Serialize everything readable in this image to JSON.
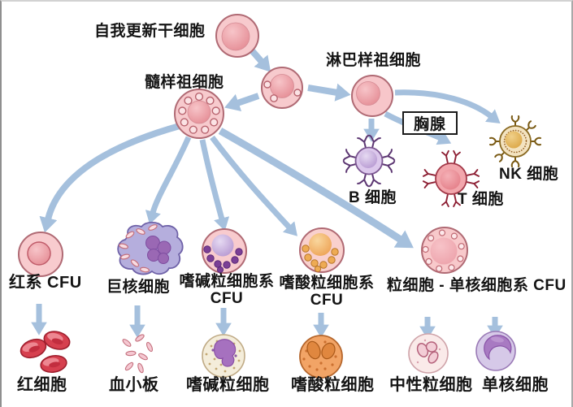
{
  "diagram": {
    "subject": "hematopoietic stem cell differentiation",
    "labels": {
      "stem_cell": "自我更新干细胞",
      "myeloid_progenitor": "髓样祖细胞",
      "lymphoid_progenitor": "淋巴样祖细胞",
      "thymus": "胸腺",
      "b_cell": "B 细胞",
      "t_cell": "T 细胞",
      "nk_cell": "NK 细胞",
      "erythroid_cfu": "红系 CFU",
      "megakaryocyte": "巨核细胞",
      "basophil_cfu_line1": "嗜碱粒细胞系",
      "basophil_cfu_line2": "CFU",
      "eosinophil_cfu_line1": "嗜酸粒细胞系",
      "eosinophil_cfu_line2": "CFU",
      "gm_cfu": "粒细胞 - 单核细胞系 CFU",
      "rbc": "红细胞",
      "platelets": "血小板",
      "basophil": "嗜碱粒细胞",
      "eosinophil": "嗜酸粒细胞",
      "neutrophil": "中性粒细胞",
      "monocyte": "单核细胞"
    },
    "colors": {
      "background": "#ffffff",
      "text": "#141414",
      "arrow": "#a5c0dd",
      "cell_pink_body": "#f7cacd",
      "cell_pink_border": "#b06a74",
      "nucleus_pink": "#e78e97",
      "b_cell_body": "#dcc8ec",
      "b_cell_receptor": "#5c3672",
      "t_cell_body": "#f2a6ac",
      "t_cell_receptor": "#8e2135",
      "nk_cell_body": "#f3e3c0",
      "nk_cell_receptor": "#7a5a14",
      "megakaryocyte_body": "#b5aedd",
      "megakaryocyte_nucleus": "#9a68b4",
      "basophil_granule": "#7b3f96",
      "eosinophil_granule": "#eeab54",
      "rbc_fill": "#d6404f",
      "platelet_fill": "#f5c8d2",
      "neutrophil_body": "#faeae9",
      "monocyte_body": "#d6c9e8"
    }
  }
}
